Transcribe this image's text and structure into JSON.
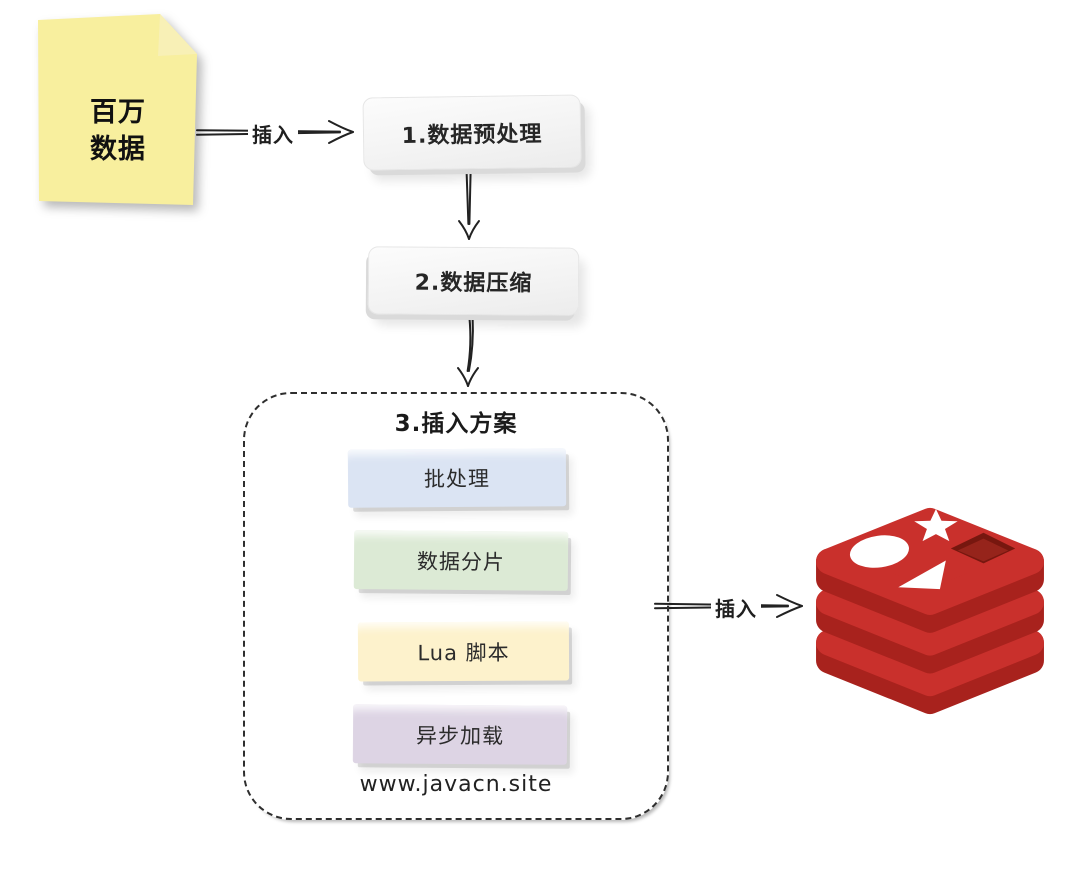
{
  "note": {
    "line1": "百万",
    "line2": "数据",
    "color": "#f8ef9e",
    "fold_color": "#f4e88f"
  },
  "arrows": {
    "insert1": "插入",
    "insert2": "插入"
  },
  "steps": [
    {
      "label": "1.数据预处理"
    },
    {
      "label": "2.数据压缩"
    }
  ],
  "plan": {
    "title": "3.插入方案",
    "options": [
      {
        "label": "批处理",
        "color": "#dbe4f3"
      },
      {
        "label": "数据分片",
        "color": "#dcead5"
      },
      {
        "label": "Lua 脚本",
        "color": "#fdf2cc"
      },
      {
        "label": "异步加载",
        "color": "#ddd4e4"
      }
    ],
    "watermark": "www.javacn.site"
  },
  "redis": {
    "color_top": "#c9302c",
    "color_side": "#a8221d",
    "color_hole": "#77170f",
    "color_hole_floor": "#96241b"
  }
}
